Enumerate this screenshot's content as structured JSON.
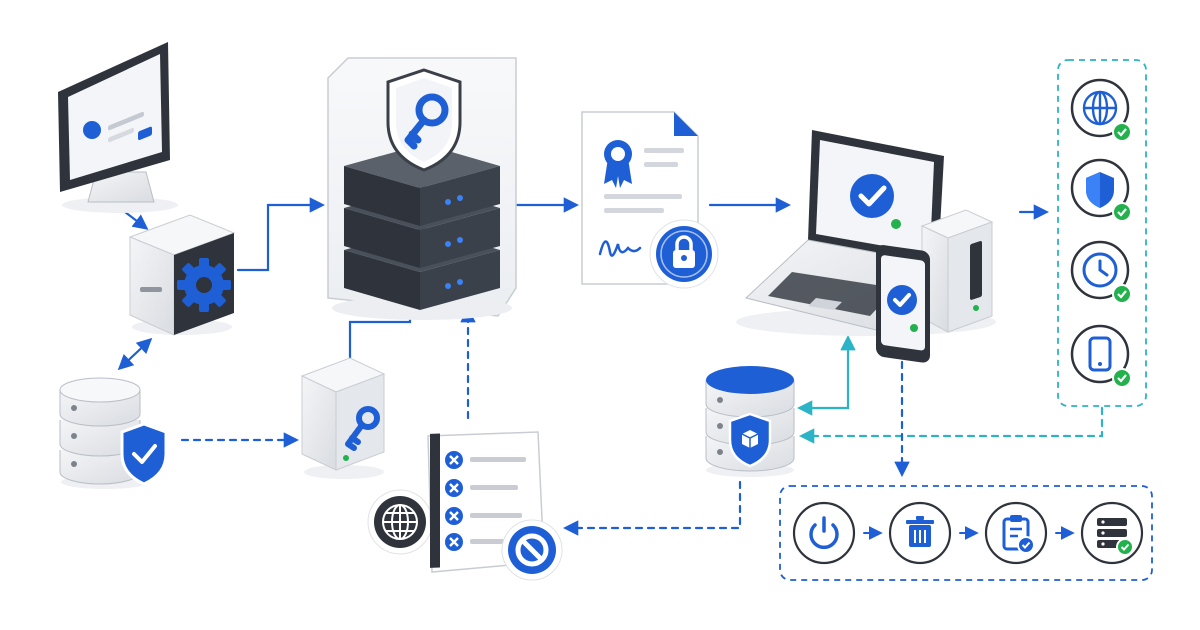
{
  "diagram": {
    "title": "",
    "colors": {
      "accent": "#1f5fd6",
      "accent_light": "#3b82f6",
      "teal": "#2bb3c8",
      "green": "#22b14c",
      "dark": "#3a3f48",
      "red_block": "#1f5fd6"
    },
    "nodes": [
      {
        "id": "admin-workstation",
        "icon": "desktop-monitor-icon"
      },
      {
        "id": "config-server",
        "icon": "gear-icon"
      },
      {
        "id": "secure-database",
        "icon": "database-shield-icon"
      },
      {
        "id": "hsm-server-rack",
        "icon": "shield-key-icon"
      },
      {
        "id": "key-storage-box",
        "icon": "key-icon"
      },
      {
        "id": "signed-certificate",
        "icon": "certificate-lock-icon"
      },
      {
        "id": "revocation-list",
        "icon": "blocked-list-icon"
      },
      {
        "id": "client-devices",
        "icon": "laptop-phone-server-icon"
      },
      {
        "id": "trust-store-database",
        "icon": "database-badge-icon"
      },
      {
        "id": "validation-targets",
        "icons": [
          "globe-icon",
          "shield-icon",
          "clock-icon",
          "mobile-icon"
        ]
      },
      {
        "id": "decommission-steps",
        "icons": [
          "power-icon",
          "trash-icon",
          "clipboard-check-icon",
          "server-check-icon"
        ]
      }
    ]
  }
}
